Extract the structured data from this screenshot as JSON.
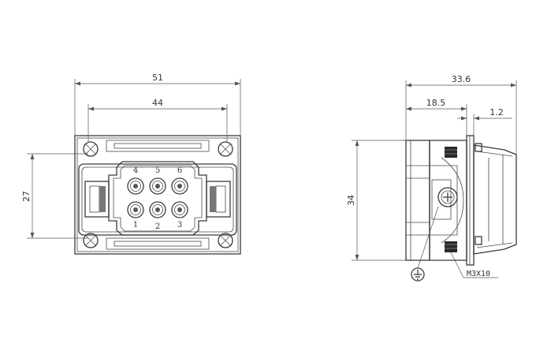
{
  "front_view": {
    "dim_width_overall": "51",
    "dim_width_inner": "44",
    "dim_height": "27",
    "pin_labels": [
      "4",
      "5",
      "6",
      "1",
      "2",
      "3"
    ]
  },
  "side_view": {
    "dim_depth_overall": "33.6",
    "dim_depth_mid": "18.5",
    "dim_flange": "1.2",
    "dim_height": "34",
    "screw_label": "M3X10",
    "ground_symbol": "ground-icon"
  },
  "colors": {
    "line": "#3a3a3a",
    "fill_dark": "#2a2a2a"
  }
}
